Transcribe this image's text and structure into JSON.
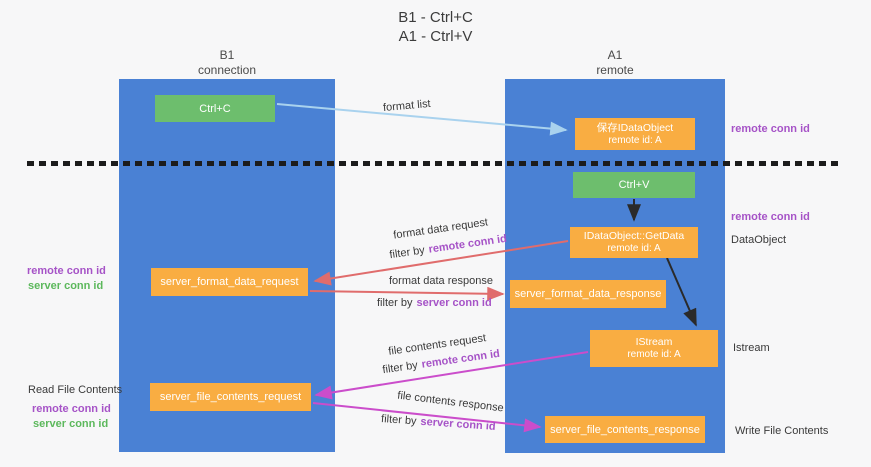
{
  "title": {
    "line1": "B1 - Ctrl+C",
    "line2": "A1 - Ctrl+V"
  },
  "lanes": {
    "left": {
      "header_line1": "B1",
      "header_line2": "connection"
    },
    "right": {
      "header_line1": "A1",
      "header_line2": "remote"
    }
  },
  "boxes": {
    "ctrl_c": "Ctrl+C",
    "ctrl_v": "Ctrl+V",
    "save_dataobject": {
      "line1": "保存IDataObject",
      "line2": "remote id: A"
    },
    "getdata": {
      "line1": "IDataObject::GetData",
      "line2": "remote id: A"
    },
    "istream": {
      "line1": "IStream",
      "line2": "remote id: A"
    },
    "server_format_data_request": "server_format_data_request",
    "server_format_data_response": "server_format_data_response",
    "server_file_contents_request": "server_file_contents_request",
    "server_file_contents_response": "server_file_contents_response"
  },
  "arrow_labels": {
    "format_list": "format list",
    "format_data_request": "format data request",
    "format_data_response": "format data response",
    "file_contents_request": "file contents request",
    "file_contents_response": "file contents response",
    "filter_by": "filter by",
    "remote_conn_id": "remote conn id",
    "server_conn_id": "server conn id"
  },
  "side_labels": {
    "remote_conn_id": "remote conn id",
    "server_conn_id": "server conn id",
    "dataobject": "DataObject",
    "istream": "Istream",
    "read_file_contents": "Read File Contents",
    "write_file_contents": "Write File Contents"
  },
  "colors": {
    "lane_blue": "#4a81d4",
    "box_orange": "#f9ad42",
    "box_green": "#6dbe6d",
    "purple_text": "#a653c7",
    "green_text": "#5cb85c",
    "arrow_red": "#e06c6c",
    "arrow_magenta": "#cb4dcb",
    "arrow_blue": "#a9d2ee",
    "arrow_black": "#2a2a2a"
  }
}
